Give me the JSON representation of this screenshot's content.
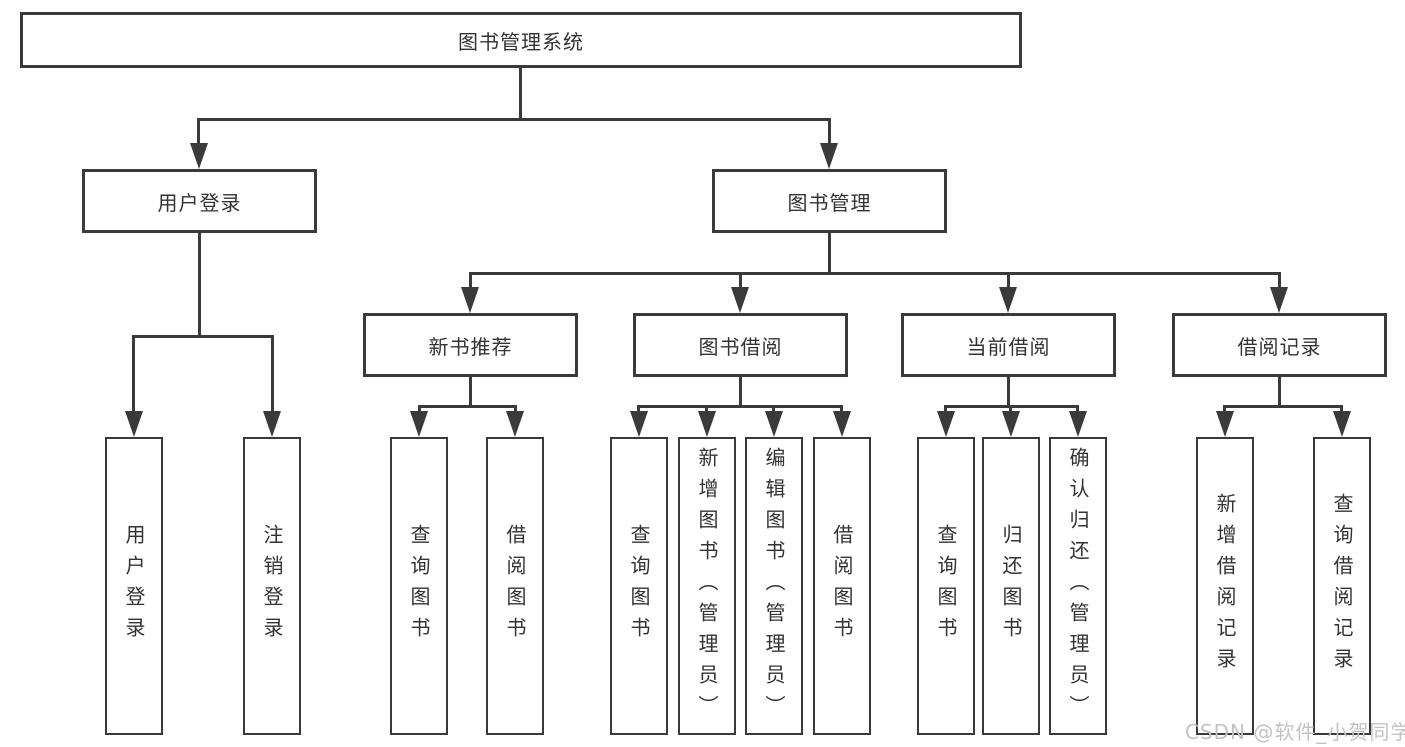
{
  "tree": {
    "root": "图书管理系统",
    "level2": [
      "用户登录",
      "图书管理"
    ],
    "level3": [
      "新书推荐",
      "图书借阅",
      "当前借阅",
      "借阅记录"
    ],
    "leaves": {
      "login": [
        "用户登录",
        "注销登录"
      ],
      "recommend": [
        "查询图书",
        "借阅图书"
      ],
      "borrow": [
        "查询图书",
        "新增图书（管理员）",
        "编辑图书（管理员）",
        "借阅图书"
      ],
      "current": [
        "查询图书",
        "归还图书",
        "确认归还（管理员）"
      ],
      "record": [
        "新增借阅记录",
        "查询借阅记录"
      ]
    }
  },
  "watermark": {
    "text": "CSDN @软件_小贺同学"
  },
  "colors": {
    "line": "#3a3a3a",
    "text": "#333333",
    "watermark": "#c3c3c3",
    "background": "#ffffff"
  }
}
